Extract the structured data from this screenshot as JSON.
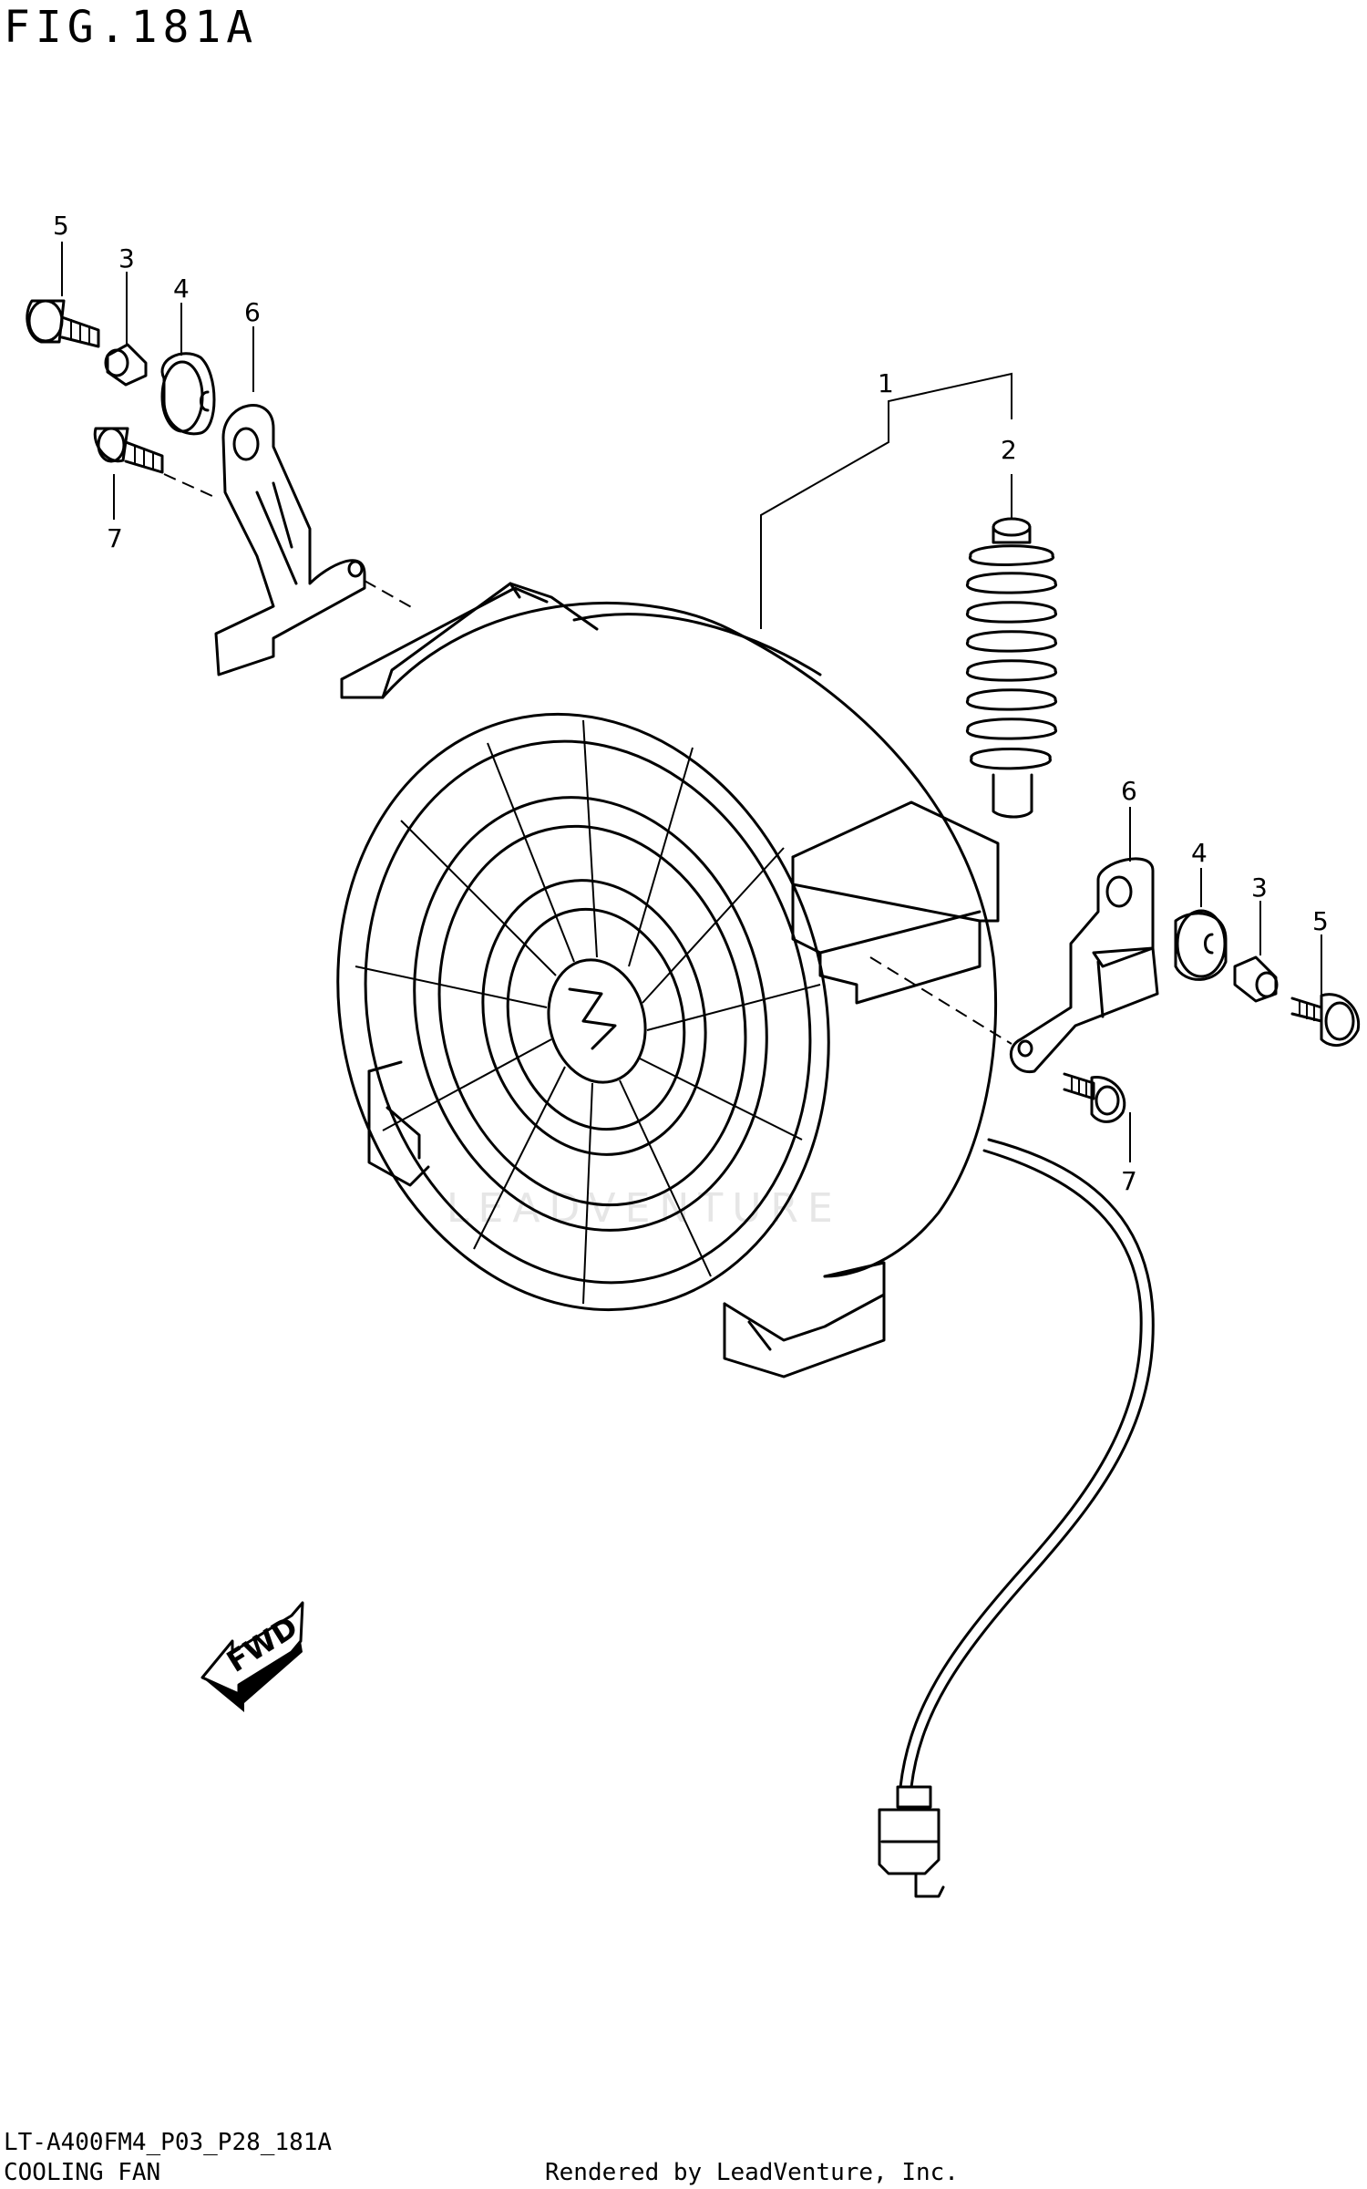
{
  "figure": {
    "title": "FIG.181A"
  },
  "callouts": {
    "p1": "1",
    "p2": "2",
    "p3_left": "3",
    "p4_left": "4",
    "p5_left": "5",
    "p6_left": "6",
    "p7_left": "7",
    "p3_right": "3",
    "p4_right": "4",
    "p5_right": "5",
    "p6_right": "6",
    "p7_right": "7"
  },
  "fwd_label": "FWD",
  "watermark": "LEADVENTURE",
  "footer": {
    "model_code": "LT-A400FM4_P03_P28_181A",
    "section_name": "COOLING FAN",
    "credit": "Rendered by LeadVenture, Inc."
  }
}
